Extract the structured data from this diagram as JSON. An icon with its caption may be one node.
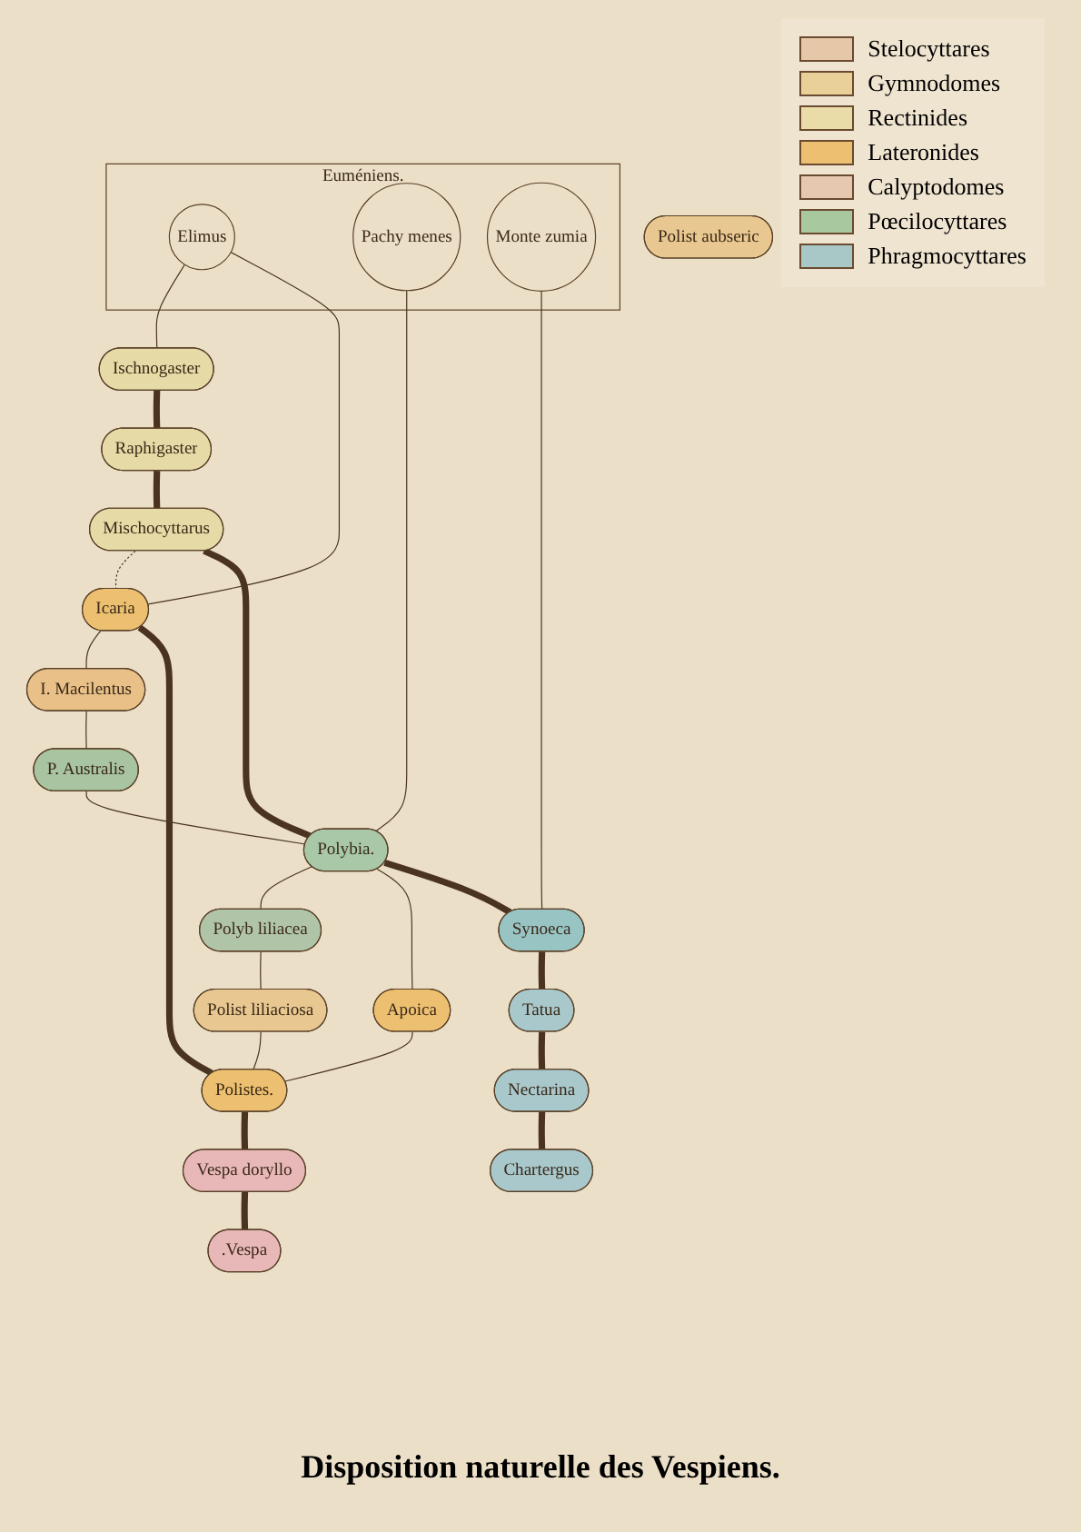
{
  "diagram": {
    "caption": "Disposition naturelle des Vespiens.",
    "nodes": [
      {
        "text": [
          "Euméniens."
        ]
      },
      {
        "text": [
          "Elimus"
        ],
        "in": 0
      },
      {
        "text": [
          "Pachy menes"
        ],
        "in": 0
      },
      {
        "text": [
          "Monte zumia"
        ],
        "in": 0
      },
      {
        "text": [
          "Ischnogaster"
        ]
      },
      {
        "text": [
          "Raphigaster"
        ]
      },
      {
        "text": [
          "Mischocyttarus"
        ]
      },
      {
        "text": [
          "Icaria"
        ]
      },
      {
        "text": [
          "I. Macilentus"
        ]
      },
      {
        "text": [
          "P. Australis"
        ]
      },
      {
        "text": [
          "Polybia."
        ]
      },
      {
        "text": [
          "Polist aubseric"
        ]
      },
      {
        "text": [
          "Polyb liliacea"
        ]
      },
      {
        "text": [
          "Polist liliaciosa"
        ]
      },
      {
        "text": [
          "Polistes."
        ]
      },
      {
        "text": [
          "Apoica"
        ]
      },
      {
        "text": [
          "Synoeca"
        ]
      },
      {
        "text": [
          "Tatua"
        ]
      },
      {
        "text": [
          "Nectarina"
        ]
      },
      {
        "text": [
          "Chartergus"
        ]
      },
      {
        "text": [
          "Vespa doryllo"
        ]
      },
      {
        "text": [
          ".Vespa"
        ]
      }
    ],
    "edges": [
      {
        "from": 1,
        "to": 4,
        "arrow": "none"
      },
      {
        "from": 4,
        "to": 5,
        "arrow": "none",
        "style": "thick"
      },
      {
        "from": 5,
        "to": 6,
        "arrow": "none",
        "style": "thick"
      },
      {
        "from": 6,
        "to": 7,
        "arrow": "none",
        "style": "dashed"
      },
      {
        "from": 1,
        "to": 7,
        "arrow": "none"
      },
      {
        "from": 6,
        "to": 10,
        "arrow": "none",
        "style": "thick"
      },
      {
        "from": 7,
        "to": 8,
        "arrow": "none"
      },
      {
        "from": 8,
        "to": 9,
        "arrow": "none"
      },
      {
        "from": 9,
        "to": 10,
        "arrow": "none"
      },
      {
        "from": 7,
        "to": 14,
        "arrow": "none",
        "style": "thick"
      },
      {
        "from": 2,
        "to": 10,
        "arrow": "none"
      },
      {
        "from": 10,
        "to": 12,
        "arrow": "none"
      },
      {
        "from": 12,
        "to": 13,
        "arrow": "none"
      },
      {
        "from": 13,
        "to": 14,
        "arrow": "none"
      },
      {
        "from": 10,
        "to": 15,
        "arrow": "none"
      },
      {
        "from": 15,
        "to": 14,
        "arrow": "none"
      },
      {
        "from": 10,
        "to": 16,
        "arrow": "none",
        "style": "thick"
      },
      {
        "from": 3,
        "to": 16,
        "arrow": "none"
      },
      {
        "from": 16,
        "to": 17,
        "arrow": "none",
        "style": "thick"
      },
      {
        "from": 17,
        "to": 18,
        "arrow": "none",
        "style": "thick"
      },
      {
        "from": 18,
        "to": 19,
        "arrow": "none",
        "style": "thick"
      },
      {
        "from": 14,
        "to": 20,
        "arrow": "none",
        "style": "thick"
      },
      {
        "from": 20,
        "to": 21,
        "arrow": "none",
        "style": "thick"
      }
    ],
    "legend": [
      {
        "text": "Stelocyttares",
        "color": "#e6c8a8"
      },
      {
        "text": "Gymnodomes",
        "color": "#e8d098"
      },
      {
        "text": "Rectinides",
        "color": "#eadca8"
      },
      {
        "text": "Lateronides",
        "color": "#ecc070"
      },
      {
        "text": "Calyptodomes",
        "color": "#e6c8b0"
      },
      {
        "text": "Pœcilocyttares",
        "color": "#a8c8a0"
      },
      {
        "text": "Phragmocyttares",
        "color": "#a8c8c8"
      }
    ]
  }
}
